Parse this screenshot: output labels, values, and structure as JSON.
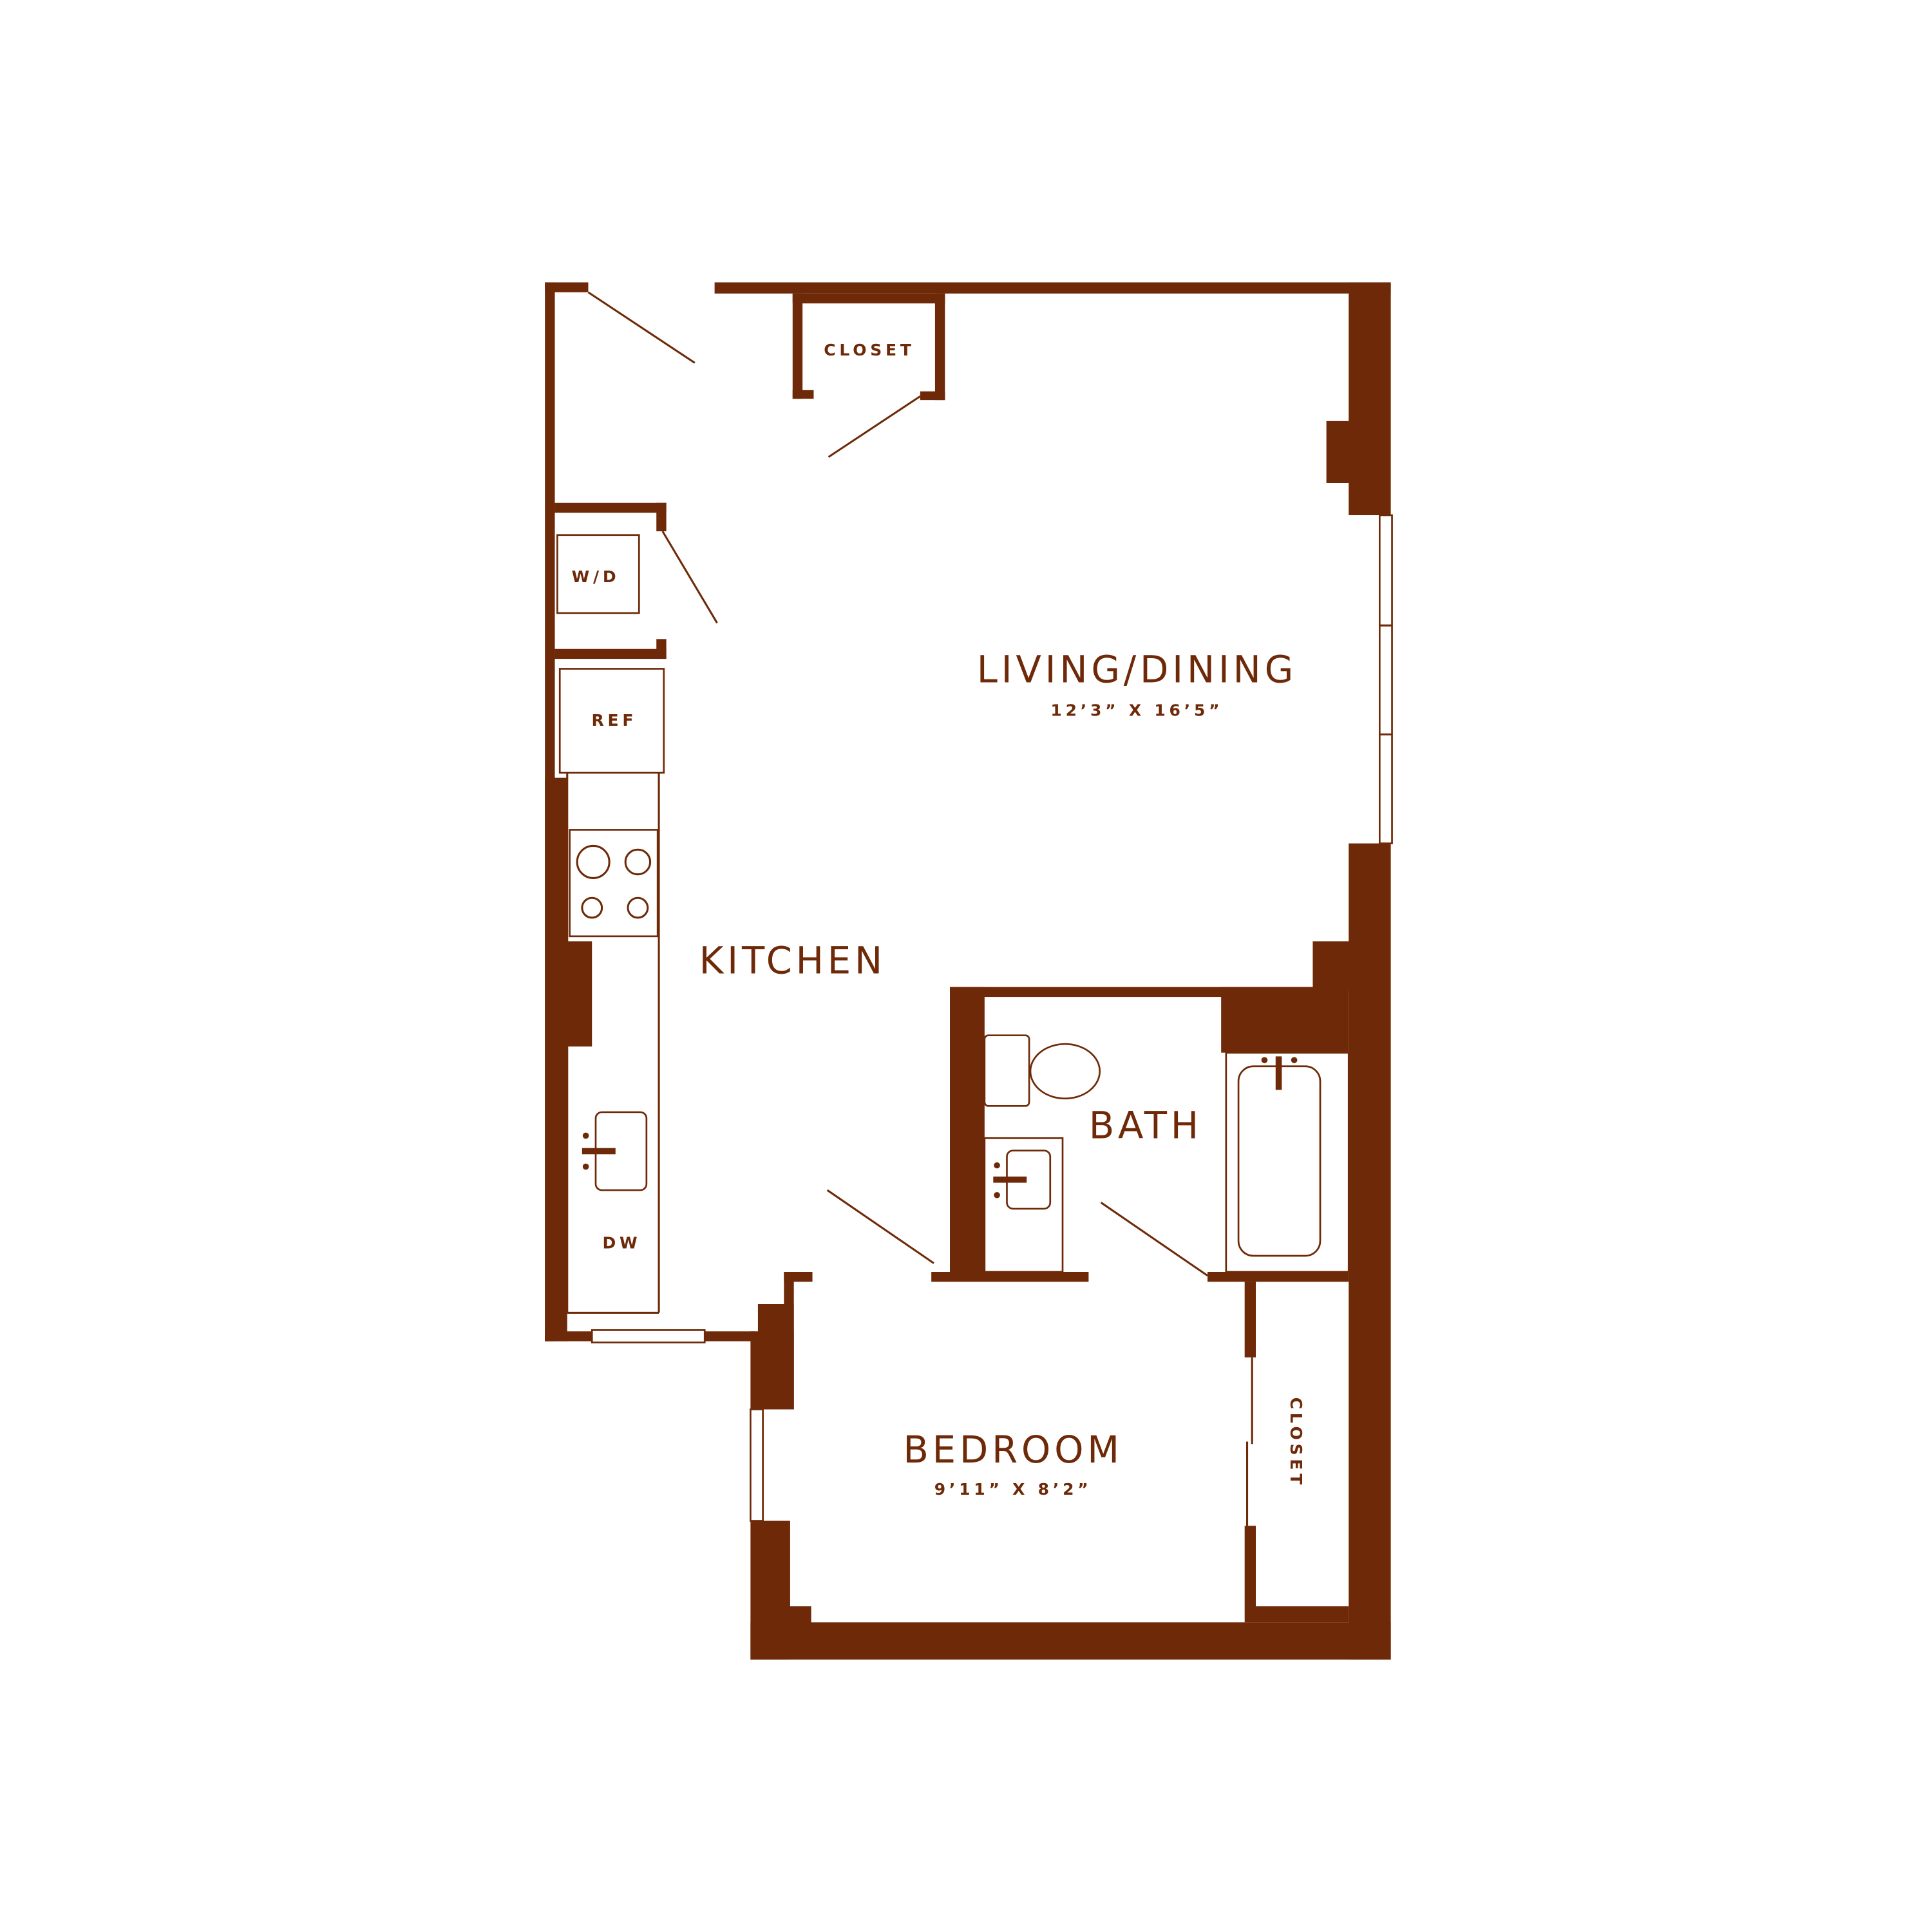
{
  "colors": {
    "wall": "#6e2a08",
    "background": "#ffffff"
  },
  "rooms": {
    "living": {
      "name": "LIVING/DINING",
      "dims": "12’3” X 16’5”"
    },
    "kitchen": {
      "name": "KITCHEN"
    },
    "bath": {
      "name": "BATH"
    },
    "bedroom": {
      "name": "BEDROOM",
      "dims": "9’11” X 8’2”"
    },
    "entry_closet": {
      "name": "CLOSET"
    },
    "bedroom_closet": {
      "name": "CLOSET"
    }
  },
  "appliances": {
    "washer_dryer": "W/D",
    "refrigerator": "REF",
    "dishwasher": "DW"
  }
}
